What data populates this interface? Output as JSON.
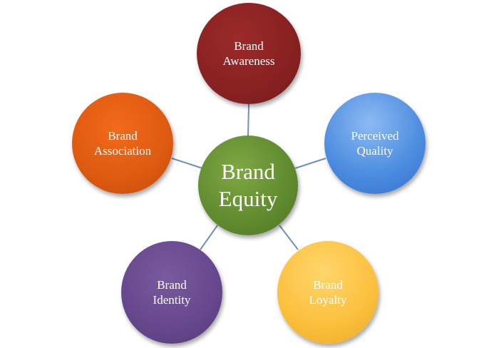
{
  "center": {
    "label": "Brand\nEquity",
    "color": "#5f8a2e"
  },
  "nodes": {
    "awareness": {
      "label": "Brand\nAwareness",
      "color": "#862020"
    },
    "quality": {
      "label": "Perceived\nQuality",
      "color": "#4f8fe0"
    },
    "loyalty": {
      "label": "Brand\nLoyalty",
      "color": "#fbbf3c"
    },
    "identity": {
      "label": "Brand\nIdentity",
      "color": "#66478d"
    },
    "association": {
      "label": "Brand\nAssociation",
      "color": "#dd5a10"
    }
  },
  "connector_color": "#6f8fb8"
}
